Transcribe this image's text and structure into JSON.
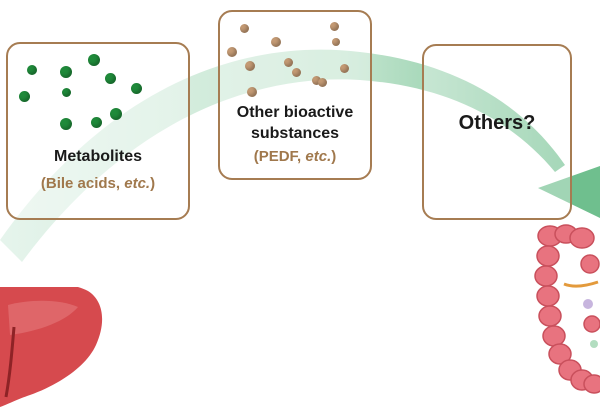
{
  "colors": {
    "box_border": "#a67c52",
    "arrow": "#6fbf8e",
    "green_dot": "#1f8a3a",
    "tan_dot": "#c49a74",
    "liver": "#d64a4e",
    "intestine": "#e8737f"
  },
  "boxes": {
    "metabolites": {
      "title": "Metabolites",
      "sub_prefix": "(Bile acids, ",
      "sub_italic": "etc.",
      "sub_suffix": ")"
    },
    "bioactive": {
      "title_line1": "Other bioactive",
      "title_line2": "substances",
      "sub_prefix": "(PEDF, ",
      "sub_italic": "etc.",
      "sub_suffix": ")"
    },
    "others": {
      "title": "Others?"
    }
  },
  "icons": {
    "source_organ": "liver-icon",
    "target_organ": "intestine-icon"
  }
}
